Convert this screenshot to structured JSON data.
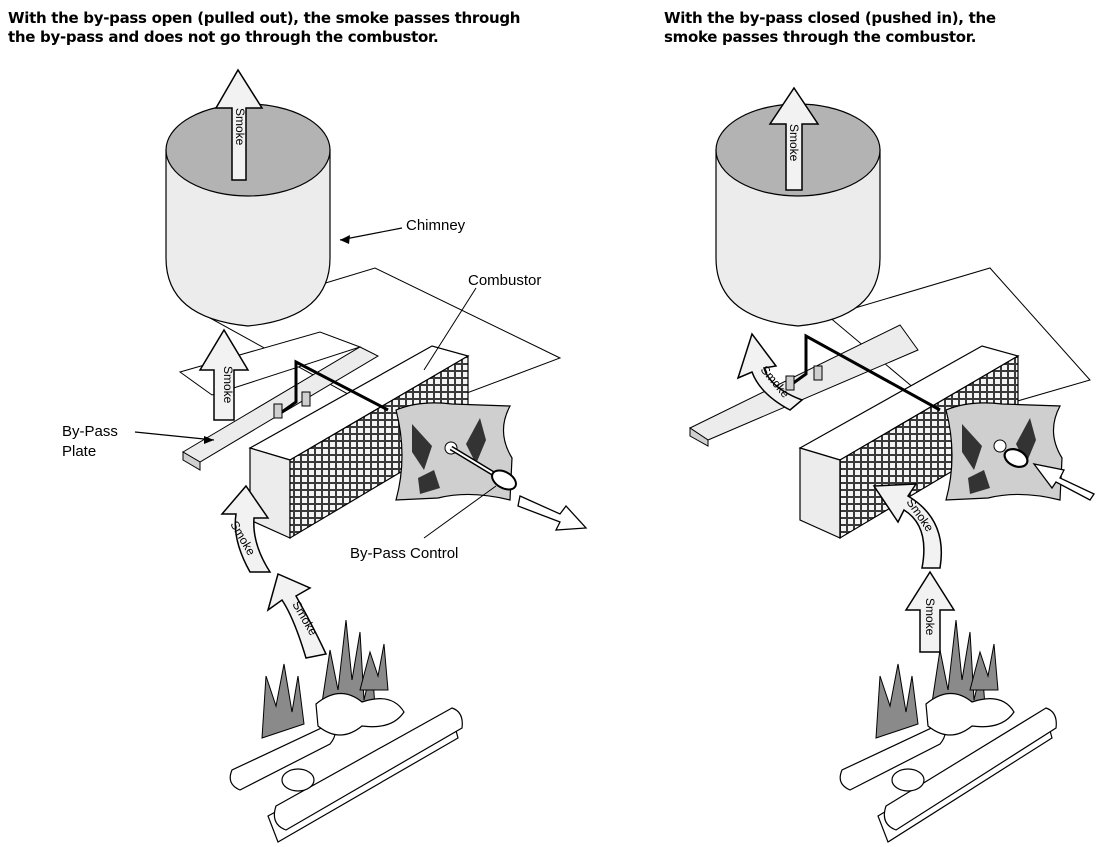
{
  "captions": {
    "open": {
      "line1": "With the by-pass open (pulled out), the smoke passes through",
      "line2": "the by-pass and does not go through the combustor."
    },
    "closed": {
      "line1": "With the by-pass closed (pushed in), the",
      "line2": "smoke passes through the combustor."
    }
  },
  "labels": {
    "chimney": "Chimney",
    "combustor": "Combustor",
    "bypass_plate_line1": "By-Pass",
    "bypass_plate_line2": "Plate",
    "bypass_control": "By-Pass Control"
  },
  "smoke_label": "Smoke",
  "colors": {
    "chimney_top": "#b3b3b3",
    "chimney_body": "#ececec",
    "combustor_front": "#ececec",
    "grid": "#1a1a1a",
    "panel": "#cfcfcf",
    "flame": "#8a8a8a",
    "arrow_fill": "#f2f2f2"
  }
}
